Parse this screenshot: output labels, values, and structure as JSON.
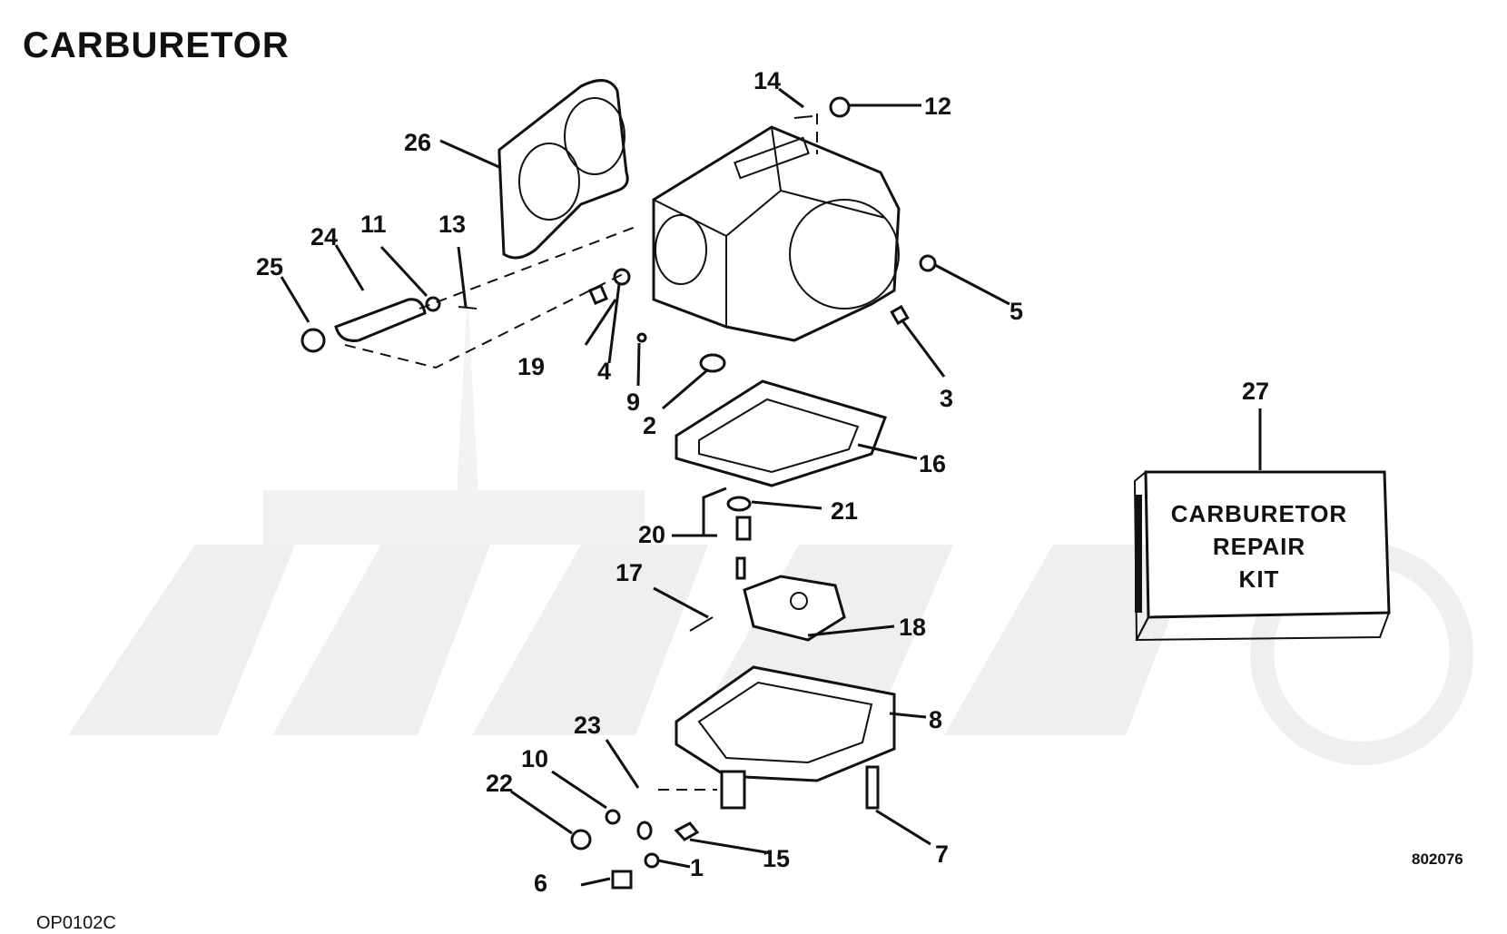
{
  "title": "CARBURETOR",
  "callouts": [
    {
      "id": "c1",
      "label": "1"
    },
    {
      "id": "c2",
      "label": "2"
    },
    {
      "id": "c3",
      "label": "3"
    },
    {
      "id": "c4",
      "label": "4"
    },
    {
      "id": "c5",
      "label": "5"
    },
    {
      "id": "c6",
      "label": "6"
    },
    {
      "id": "c7",
      "label": "7"
    },
    {
      "id": "c8",
      "label": "8"
    },
    {
      "id": "c9",
      "label": "9"
    },
    {
      "id": "c10",
      "label": "10"
    },
    {
      "id": "c11",
      "label": "11"
    },
    {
      "id": "c12",
      "label": "12"
    },
    {
      "id": "c13",
      "label": "13"
    },
    {
      "id": "c14",
      "label": "14"
    },
    {
      "id": "c15",
      "label": "15"
    },
    {
      "id": "c16",
      "label": "16"
    },
    {
      "id": "c17",
      "label": "17"
    },
    {
      "id": "c18",
      "label": "18"
    },
    {
      "id": "c19",
      "label": "19"
    },
    {
      "id": "c20",
      "label": "20"
    },
    {
      "id": "c21",
      "label": "21"
    },
    {
      "id": "c22",
      "label": "22"
    },
    {
      "id": "c23",
      "label": "23"
    },
    {
      "id": "c24",
      "label": "24"
    },
    {
      "id": "c25",
      "label": "25"
    },
    {
      "id": "c26",
      "label": "26"
    },
    {
      "id": "c27",
      "label": "27"
    }
  ],
  "repair_kit": {
    "line1": "CARBURETOR",
    "line2": "REPAIR",
    "line3": "KIT"
  },
  "figure_number": "802076",
  "footer_code": "OP0102C",
  "colors": {
    "ink": "#111111",
    "paper": "#ffffff",
    "watermark": "#e6e6e6"
  }
}
